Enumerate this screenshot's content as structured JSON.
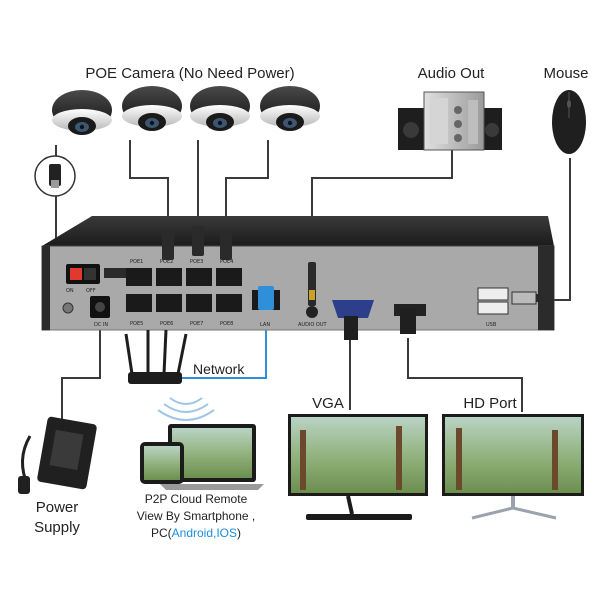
{
  "labels": {
    "poe_camera": "POE Camera (No Need Power)",
    "audio_out": "Audio Out",
    "mouse": "Mouse",
    "network": "Network",
    "vga": "VGA",
    "hd_port": "HD Port",
    "power_supply_line1": "Power",
    "power_supply_line2": "Supply",
    "p2p_line1": "P2P Cloud Remote",
    "p2p_line2": "View By Smartphone ,",
    "p2p_line3_prefix": "PC(",
    "p2p_line3_highlight": "Android,IOS",
    "p2p_line3_suffix": ")"
  },
  "panel": {
    "poe_ports_top": [
      "POE1",
      "POE2",
      "POE3",
      "POE4"
    ],
    "poe_ports_bottom": [
      "POE5",
      "POE6",
      "POE7",
      "POE8"
    ],
    "on": "ON",
    "off": "OFF",
    "dc_in": "DC IN",
    "lan": "LAN",
    "audio_out_port": "AUDIO OUT",
    "usb": "USB"
  },
  "colors": {
    "cable": "#3a3a3a",
    "network_cable": "#2f8fd8",
    "highlight_text": "#1a8fe0",
    "nvr_body": "#2b2b2b",
    "nvr_panel": "#a9a9a9"
  },
  "icons": [
    "dome-camera-icon",
    "speaker-icon",
    "mouse-icon",
    "router-icon",
    "wifi-icon",
    "power-adapter-icon",
    "monitor-icon",
    "smartphone-icon",
    "laptop-icon",
    "vga-connector-icon",
    "hdmi-connector-icon",
    "usb-connector-icon"
  ]
}
